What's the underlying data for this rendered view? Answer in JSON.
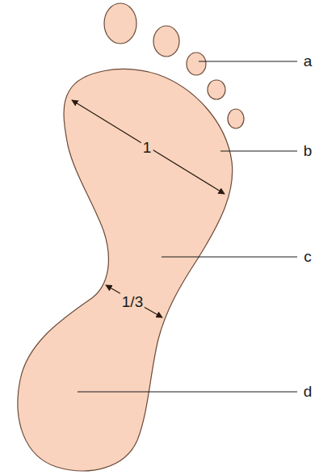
{
  "diagram": {
    "labels": [
      "a",
      "1",
      "b",
      "c",
      "1/3",
      "d"
    ]
  }
}
